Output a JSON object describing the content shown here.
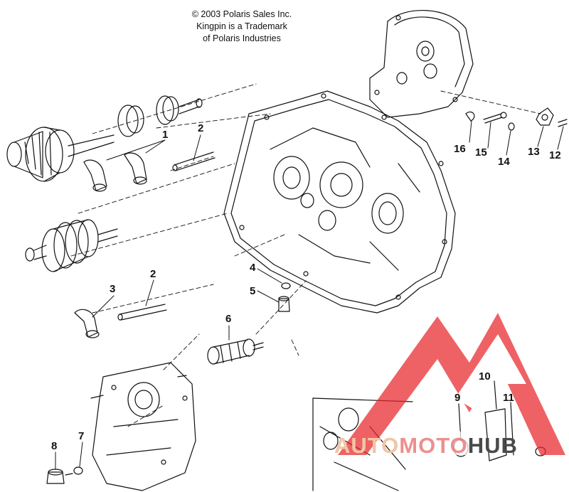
{
  "copyright": {
    "line1": "© 2003 Polaris Sales Inc.",
    "line2": "Kingpin is a Trademark",
    "line3": "of Polaris Industries"
  },
  "callouts": [
    "1",
    "2",
    "3",
    "2",
    "4",
    "5",
    "6",
    "7",
    "8",
    "9",
    "10",
    "11",
    "12",
    "13",
    "14",
    "15",
    "16"
  ],
  "watermark": {
    "part1": "AUTO",
    "part2": "MOTO",
    "part3": "HUB",
    "color_red": "#e8262a",
    "color_peach": "#f0c6a6"
  }
}
